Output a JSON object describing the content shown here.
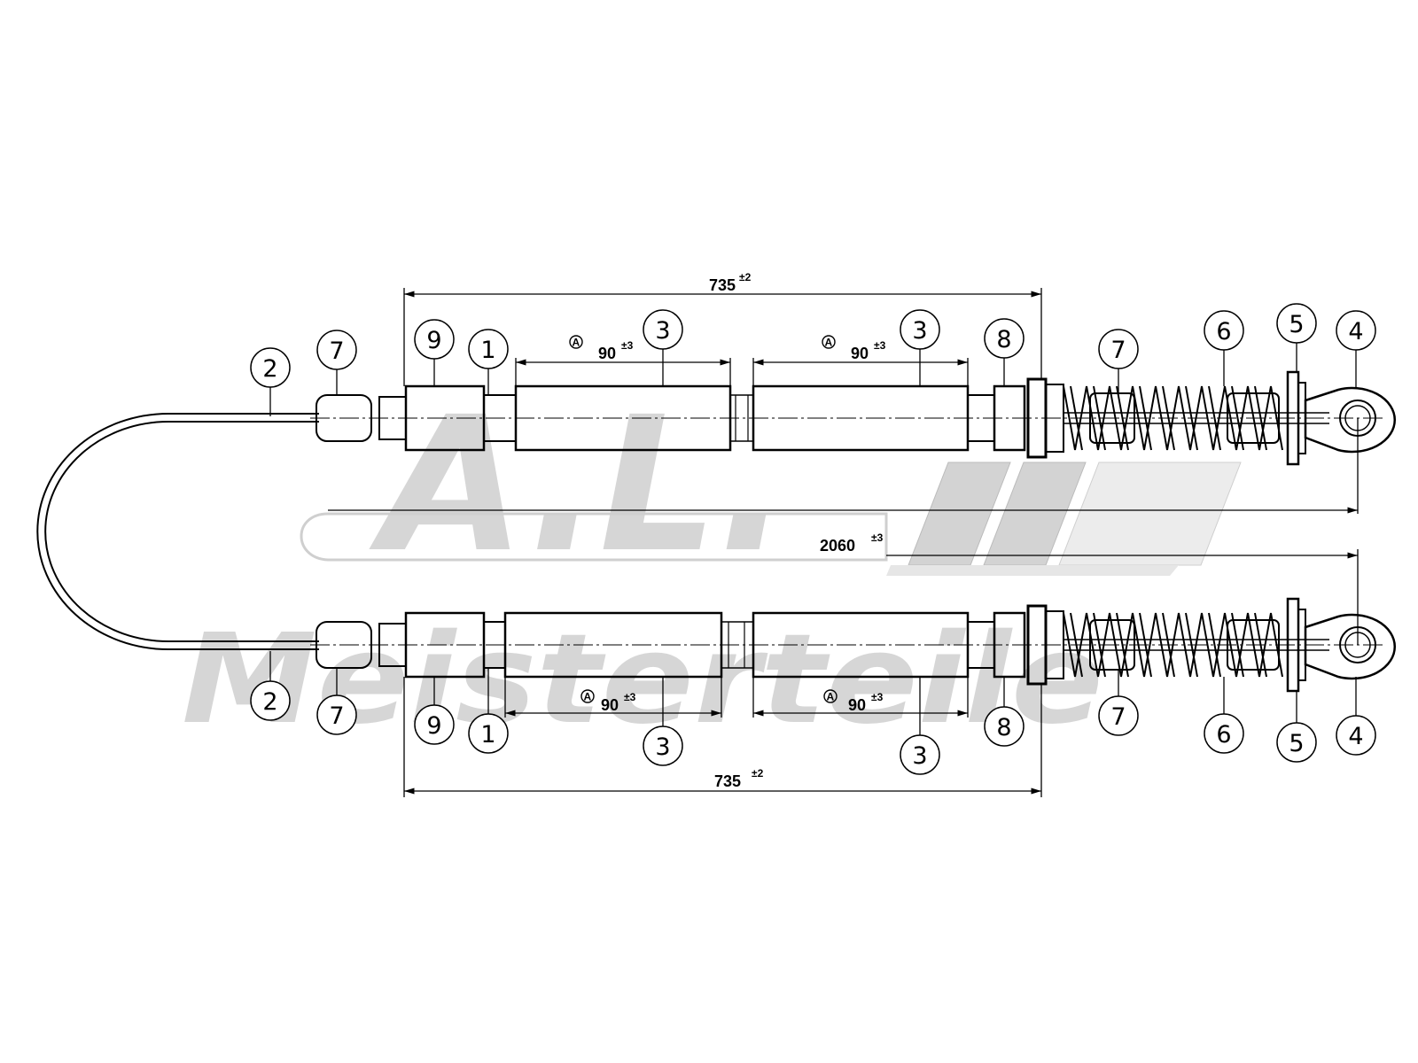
{
  "watermark": {
    "monogram": "A.L.",
    "brand": "Meisterteile"
  },
  "dimensions": {
    "upper_length": {
      "value": "735",
      "tolerance": "±2"
    },
    "lower_length": {
      "value": "735",
      "tolerance": "±2"
    },
    "total_length": {
      "value": "2060",
      "tolerance": "±3"
    },
    "sleeve_length": {
      "value": "90",
      "tolerance": "±3",
      "marker": "A"
    }
  },
  "callouts": {
    "upper": [
      "2",
      "7",
      "9",
      "1",
      "3",
      "3",
      "8",
      "7",
      "6",
      "5",
      "4"
    ],
    "lower": [
      "2",
      "7",
      "9",
      "1",
      "3",
      "3",
      "8",
      "7",
      "6",
      "5",
      "4"
    ]
  }
}
